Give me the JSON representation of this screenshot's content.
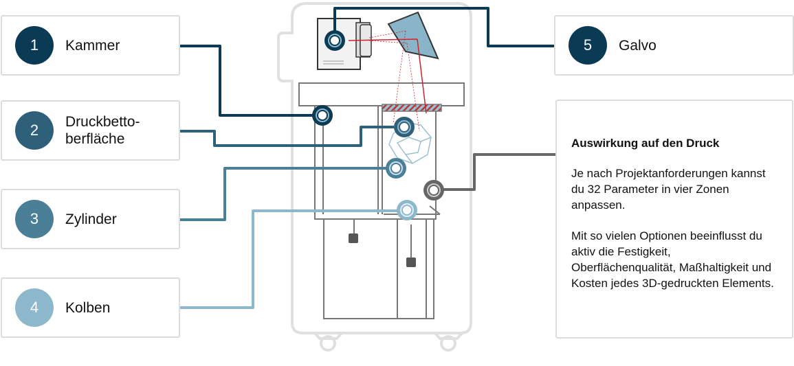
{
  "colors": {
    "c1": "#0b3a55",
    "c2": "#2e6079",
    "c3": "#4b7f98",
    "c4": "#8db8cc",
    "c5": "#0b3a55",
    "c_gray": "#666666",
    "machine_outline": "#e0e0e0",
    "galvo_mirror": "#8ab4c8",
    "laser": "#d0212a"
  },
  "labels": [
    {
      "number": "1",
      "text": "Kammer"
    },
    {
      "number": "2",
      "text": "Druckbetto-\nberfläche",
      "line1": "Druckbetto-",
      "line2": "berfläche"
    },
    {
      "number": "3",
      "text": "Zylinder"
    },
    {
      "number": "4",
      "text": "Kolben"
    },
    {
      "number": "5",
      "text": "Galvo"
    }
  ],
  "info": {
    "title": "Auswirkung auf den Druck",
    "paragraph1": "Je nach Projektanforderungen kannst du 32 Parameter in vier Zonen anpassen.",
    "paragraph2": "Mit so vielen Optionen beeinflusst du aktiv die Festigkeit, Oberflächenqualität, Maßhaltigkeit und Kosten jedes 3D-gedruckten Elements."
  }
}
